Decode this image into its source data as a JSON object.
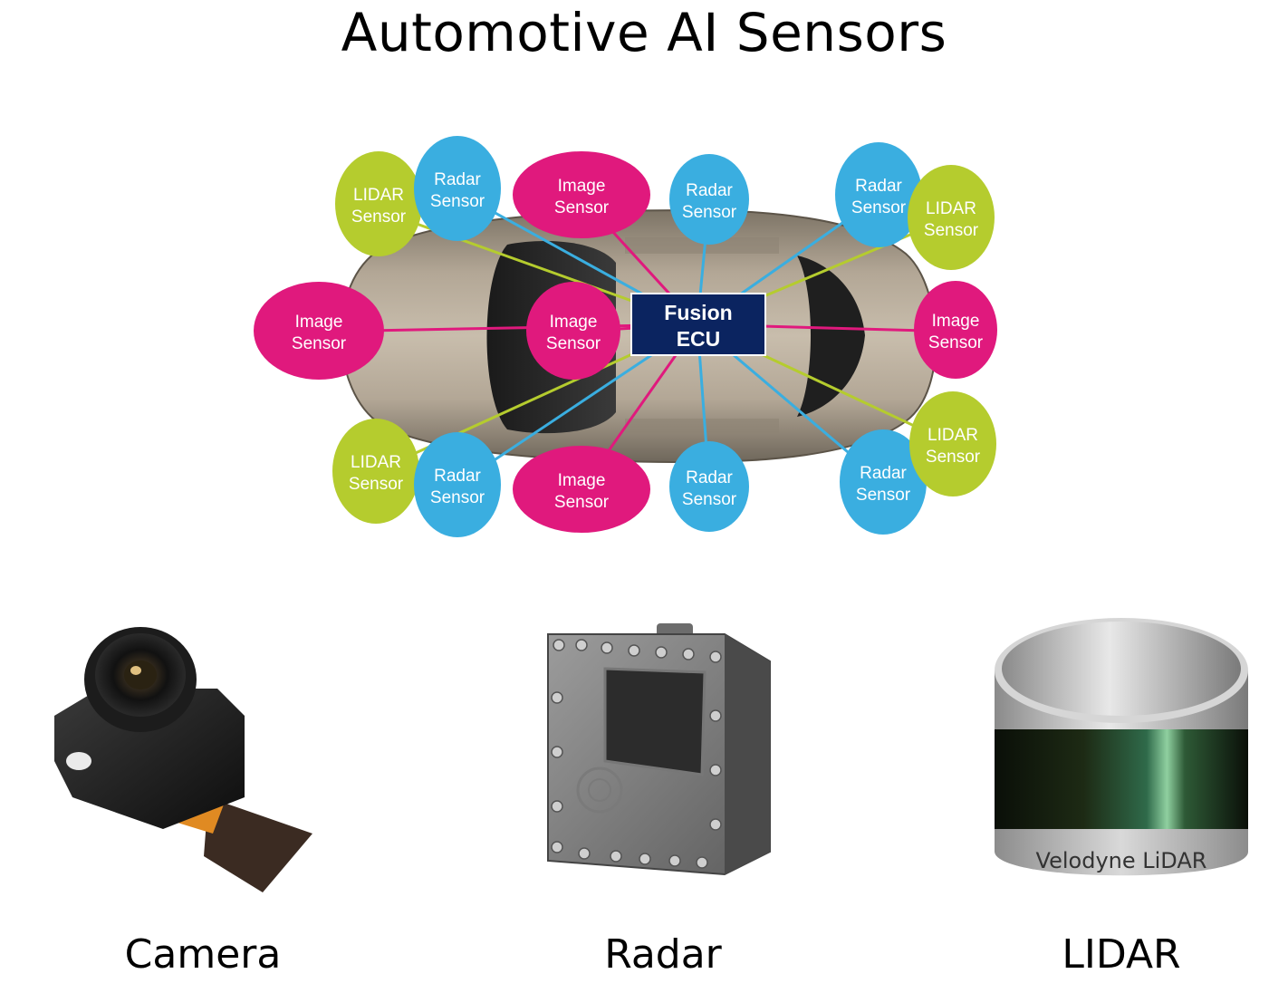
{
  "title": "Automotive AI Sensors",
  "colors": {
    "image_sensor": "#e0197d",
    "radar_sensor": "#3aaee0",
    "lidar_sensor": "#b5cc2e",
    "ecu": "#0b2460",
    "car_body": "#a69a88"
  },
  "ecu": {
    "line1": "Fusion",
    "line2": "ECU"
  },
  "sensors": [
    {
      "id": "lidar-front-left",
      "type": "lidar_sensor",
      "line1": "LIDAR",
      "line2": "Sensor"
    },
    {
      "id": "radar-front-left",
      "type": "radar_sensor",
      "line1": "Radar",
      "line2": "Sensor"
    },
    {
      "id": "image-top",
      "type": "image_sensor",
      "line1": "Image",
      "line2": "Sensor"
    },
    {
      "id": "radar-top-center",
      "type": "radar_sensor",
      "line1": "Radar",
      "line2": "Sensor"
    },
    {
      "id": "radar-front-right",
      "type": "radar_sensor",
      "line1": "Radar",
      "line2": "Sensor"
    },
    {
      "id": "lidar-top-right",
      "type": "lidar_sensor",
      "line1": "LIDAR",
      "line2": "Sensor"
    },
    {
      "id": "image-left",
      "type": "image_sensor",
      "line1": "Image",
      "line2": "Sensor"
    },
    {
      "id": "image-inner",
      "type": "image_sensor",
      "line1": "Image",
      "line2": "Sensor"
    },
    {
      "id": "image-right",
      "type": "image_sensor",
      "line1": "Image",
      "line2": "Sensor"
    },
    {
      "id": "lidar-bottom-left",
      "type": "lidar_sensor",
      "line1": "LIDAR",
      "line2": "Sensor"
    },
    {
      "id": "radar-bottom-left",
      "type": "radar_sensor",
      "line1": "Radar",
      "line2": "Sensor"
    },
    {
      "id": "image-bottom",
      "type": "image_sensor",
      "line1": "Image",
      "line2": "Sensor"
    },
    {
      "id": "radar-bottom-center",
      "type": "radar_sensor",
      "line1": "Radar",
      "line2": "Sensor"
    },
    {
      "id": "radar-bottom-right",
      "type": "radar_sensor",
      "line1": "Radar",
      "line2": "Sensor"
    },
    {
      "id": "lidar-bottom-right",
      "type": "lidar_sensor",
      "line1": "LIDAR",
      "line2": "Sensor"
    }
  ],
  "products": [
    {
      "name": "Camera"
    },
    {
      "name": "Radar"
    },
    {
      "name": "LIDAR"
    }
  ],
  "lidar_brand": "Velodyne LiDAR"
}
